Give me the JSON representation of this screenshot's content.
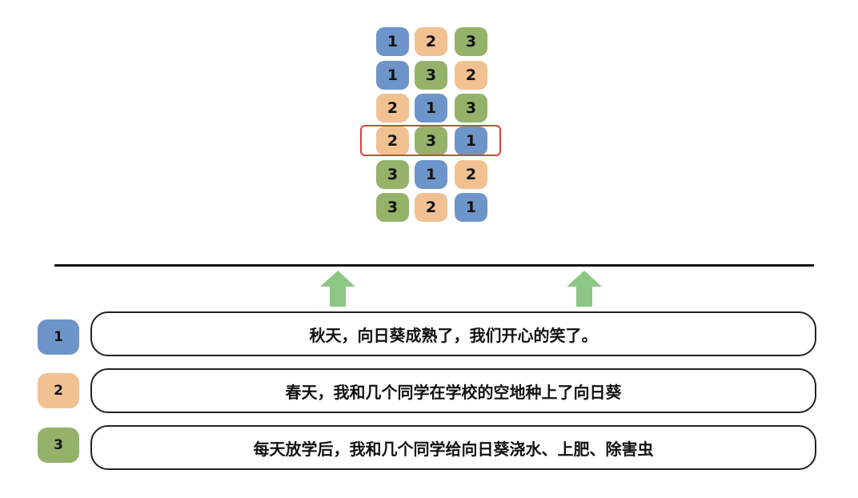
{
  "grid": {
    "rows": [
      [
        "1",
        "2",
        "3"
      ],
      [
        "1",
        "3",
        "2"
      ],
      [
        "2",
        "1",
        "3"
      ],
      [
        "2",
        "3",
        "1"
      ],
      [
        "3",
        "1",
        "2"
      ],
      [
        "3",
        "2",
        "1"
      ]
    ],
    "highlighted_row": 4
  },
  "legend": [
    {
      "number": "1",
      "text": "秋天，向日葵成熟了，我们开心的笑了。"
    },
    {
      "number": "2",
      "text": "春天，我和几个同学在学校的空地种上了向日葵"
    },
    {
      "number": "3",
      "text": "每天放学后，我和几个同学给向日葵浇水、上肥、除害虫"
    }
  ],
  "colors": {
    "1": "#6e95c9",
    "2": "#f1c192",
    "3": "#94b26a",
    "highlight": "#e0403a",
    "arrow": "#8cc785"
  },
  "icons": {
    "arrow": "up-arrow-icon"
  }
}
